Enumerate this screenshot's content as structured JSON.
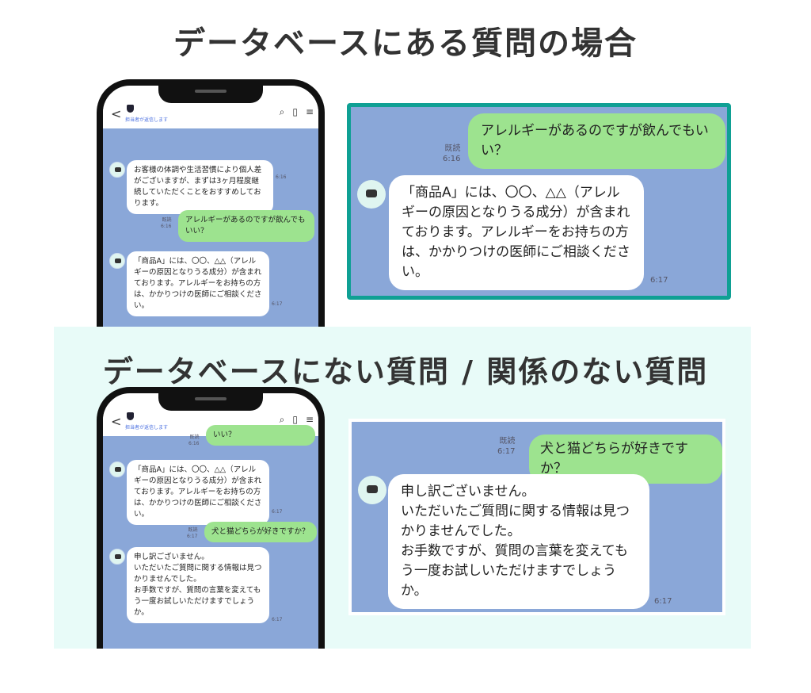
{
  "section1": {
    "title": "データベースにある質問の場合"
  },
  "section2": {
    "title": "データベースにない質問 / 関係のない質問"
  },
  "phone_header": {
    "back": "<",
    "subtitle": "担当者が返信します",
    "icons": [
      "search-icon",
      "note-icon",
      "menu-icon"
    ]
  },
  "phone1": {
    "messages": [
      {
        "from": "bot",
        "text": "お客様の体調や生活習慣により個人差がございますが、まずは3ヶ月程度継続していただくことをおすすめしております。",
        "time": "6:16"
      },
      {
        "from": "user",
        "text": "アレルギーがあるのですが飲んでもいい？",
        "read": "既読",
        "time": "6:16"
      },
      {
        "from": "bot",
        "text": "「商品A」には、〇〇、△△（アレルギーの原因となりうる成分）が含まれております。アレルギーをお持ちの方は、かかりつけの医師にご相談ください。",
        "time": "6:17"
      }
    ]
  },
  "panel1": {
    "user": {
      "text": "アレルギーがあるのですが飲んでもいい？",
      "read": "既読",
      "time": "6:16"
    },
    "bot": {
      "text": "「商品A」には、〇〇、△△（アレルギーの原因となりうる成分）が含まれております。アレルギーをお持ちの方は、かかりつけの医師にご相談ください。",
      "time": "6:17"
    }
  },
  "phone2": {
    "messages": [
      {
        "from": "user",
        "text": "いい？",
        "read": "既読",
        "time": "6:16"
      },
      {
        "from": "bot",
        "text": "「商品A」には、〇〇、△△（アレルギーの原因となりうる成分）が含まれております。アレルギーをお持ちの方は、かかりつけの医師にご相談ください。",
        "time": "6:17"
      },
      {
        "from": "user",
        "text": "犬と猫どちらが好きですか？",
        "read": "既読",
        "time": "6:17"
      },
      {
        "from": "bot",
        "text": "申し訳ございません。\nいただいたご質問に関する情報は見つかりませんでした。\nお手数ですが、質問の言葉を変えてもう一度お試しいただけますでしょうか。",
        "time": "6:17"
      }
    ]
  },
  "panel2": {
    "user": {
      "text": "犬と猫どちらが好きですか？",
      "read": "既読",
      "time": "6:17"
    },
    "bot": {
      "text": "申し訳ございません。\nいただいたご質問に関する情報は見つかりませんでした。\nお手数ですが、質問の言葉を変えてもう一度お試しいただけますでしょうか。",
      "time": "6:17"
    }
  },
  "colors": {
    "chat_bg": "#8aa7d8",
    "user_bubble": "#9de38f",
    "highlight_border": "#0fa094",
    "section2_bg": "#e8fbf8"
  }
}
